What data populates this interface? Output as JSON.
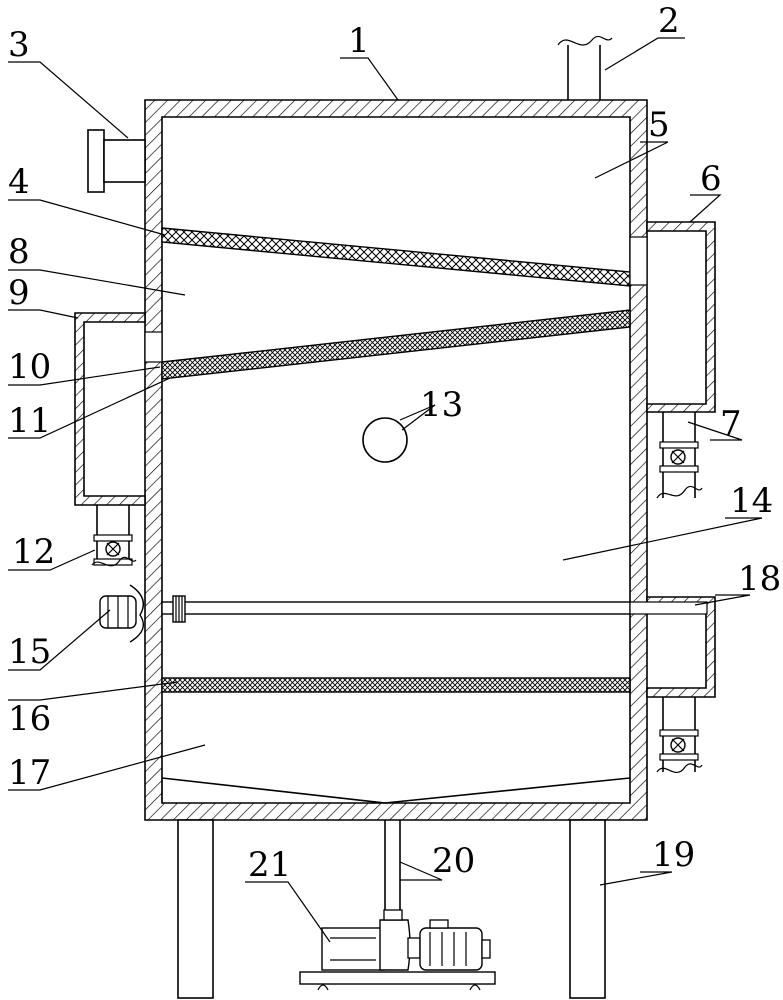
{
  "figure": {
    "labels": [
      {
        "id": "l1",
        "text": "1"
      },
      {
        "id": "l2",
        "text": "2"
      },
      {
        "id": "l3",
        "text": "3"
      },
      {
        "id": "l4",
        "text": "4"
      },
      {
        "id": "l5",
        "text": "5"
      },
      {
        "id": "l6",
        "text": "6"
      },
      {
        "id": "l7",
        "text": "7"
      },
      {
        "id": "l8",
        "text": "8"
      },
      {
        "id": "l9",
        "text": "9"
      },
      {
        "id": "l10",
        "text": "10"
      },
      {
        "id": "l11",
        "text": "11"
      },
      {
        "id": "l12",
        "text": "12"
      },
      {
        "id": "l13",
        "text": "13"
      },
      {
        "id": "l14",
        "text": "14"
      },
      {
        "id": "l15",
        "text": "15"
      },
      {
        "id": "l16",
        "text": "16"
      },
      {
        "id": "l17",
        "text": "17"
      },
      {
        "id": "l18",
        "text": "18"
      },
      {
        "id": "l19",
        "text": "19"
      },
      {
        "id": "l20",
        "text": "20"
      },
      {
        "id": "l21",
        "text": "21"
      }
    ]
  }
}
